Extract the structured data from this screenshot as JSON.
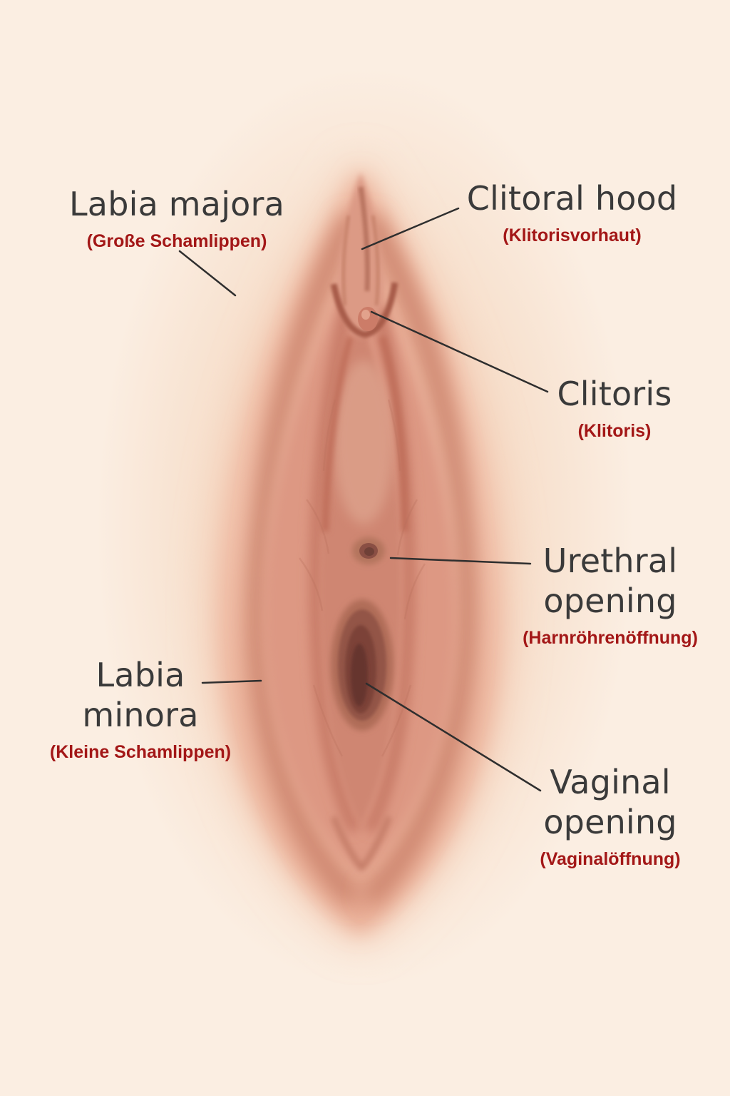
{
  "palette": {
    "background": "#fbeee2",
    "halo": "#f6dcc7",
    "skin_light": "#f0bda6",
    "skin_mid": "#dd9883",
    "skin_deep": "#c98069",
    "mucosa": "#cf8672",
    "opening_rim": "#935447",
    "opening_dark": "#7b4238",
    "label_text": "#3a3a3a",
    "label_red": "#a31717",
    "line_color": "#2e2e2e"
  },
  "labels": [
    {
      "id": "labia-majora",
      "en": "Labia majora",
      "de": "(Große Schamlippen)"
    },
    {
      "id": "clitoral-hood",
      "en": "Clitoral hood",
      "de": "(Klitorisvorhaut)"
    },
    {
      "id": "clitoris",
      "en": "Clitoris",
      "de": "(Klitoris)"
    },
    {
      "id": "urethral-opening",
      "en": "Urethral opening",
      "de": "(Harnröhrenöffnung)"
    },
    {
      "id": "labia-minora",
      "en": "Labia minora",
      "de": "(Kleine Schamlippen)"
    },
    {
      "id": "vaginal-opening",
      "en": "Vaginal opening",
      "de": "(Vaginalöffnung)"
    }
  ]
}
